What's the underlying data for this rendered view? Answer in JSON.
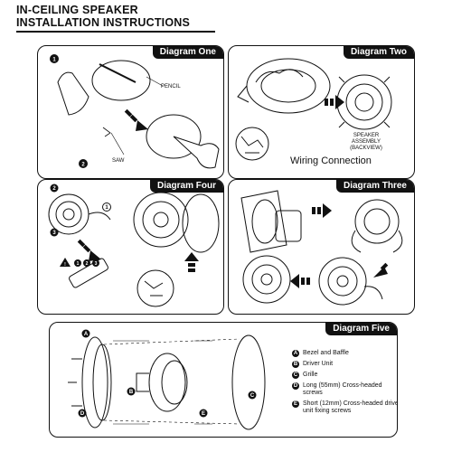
{
  "header": {
    "line1": "IN-CEILING SPEAKER",
    "line2": "INSTALLATION INSTRUCTIONS"
  },
  "diagram_one": {
    "title": "Diagram One",
    "pencil": "PENCIL",
    "saw": "SAW",
    "step1": "1",
    "step2": "2"
  },
  "diagram_two": {
    "title": "Diagram Two",
    "assembly_line1": "SPEAKER ASSEMBLY",
    "assembly_line2": "(BACKVIEW)",
    "wiring": "Wiring Connection"
  },
  "diagram_four": {
    "title": "Diagram Four",
    "step1": "1",
    "step2": "2",
    "step3": "3",
    "n1": "1",
    "n2": "2",
    "n3": "3",
    "warn": "!"
  },
  "diagram_three": {
    "title": "Diagram Three"
  },
  "diagram_five": {
    "title": "Diagram Five",
    "callouts": {
      "a": "A",
      "b": "B",
      "c": "C",
      "d": "D",
      "e": "E"
    },
    "legend": [
      {
        "key": "A",
        "text": "Bezel and Baffle"
      },
      {
        "key": "B",
        "text": "Driver Unit"
      },
      {
        "key": "C",
        "text": "Grille"
      },
      {
        "key": "D",
        "text": "Long (55mm) Cross-headed screws"
      },
      {
        "key": "E",
        "text": "Short (12mm) Cross-headed drive unit fixing screws"
      }
    ]
  }
}
